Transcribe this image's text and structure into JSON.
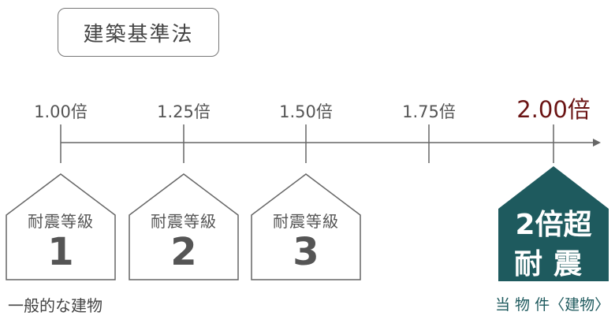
{
  "standard_label": "建築基準法",
  "scale": {
    "ticks": [
      "1.00倍",
      "1.25倍",
      "1.50倍",
      "1.75倍"
    ],
    "highlight": "2.00倍",
    "highlight_color": "#6b1414"
  },
  "houses": [
    {
      "title": "耐震等級",
      "number": "1"
    },
    {
      "title": "耐震等級",
      "number": "2"
    },
    {
      "title": "耐震等級",
      "number": "3"
    }
  ],
  "special": {
    "line1": "2倍超",
    "line2": "耐震",
    "fill_color": "#1e5a5e"
  },
  "captions": {
    "left": "一般的な建物",
    "right": "当 物 件〈建物〉"
  }
}
